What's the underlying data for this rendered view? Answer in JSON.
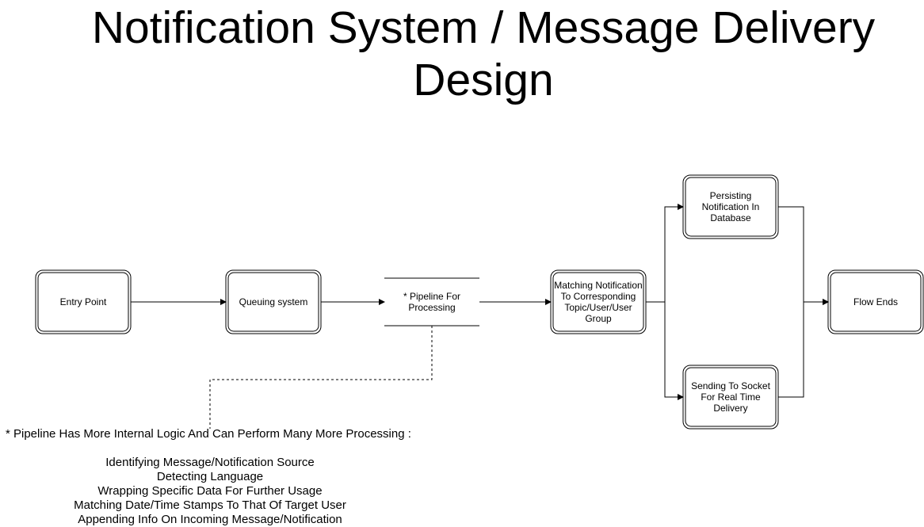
{
  "title": {
    "line1": "Notification System / Message Delivery",
    "line2": "Design"
  },
  "nodes": {
    "entry_point": "Entry Point",
    "queuing_system": "Queuing system",
    "pipeline": "* Pipeline For Processing",
    "matching": "Matching Notification To Corresponding Topic/User/User Group",
    "persisting": "Persisting Notification In Database",
    "sending_socket": "Sending To Socket For Real Time Delivery",
    "flow_ends": "Flow Ends"
  },
  "note": {
    "header": "* Pipeline Has More Internal Logic And Can Perform Many More Processing :",
    "items": [
      "Identifying Message/Notification Source",
      "Detecting Language",
      "Wrapping Specific Data For Further Usage",
      "Matching Date/Time Stamps To That Of Target User",
      "Appending Info On Incoming Message/Notification"
    ]
  },
  "colors": {
    "stroke": "#000000",
    "fill": "#ffffff",
    "text": "#000000"
  }
}
